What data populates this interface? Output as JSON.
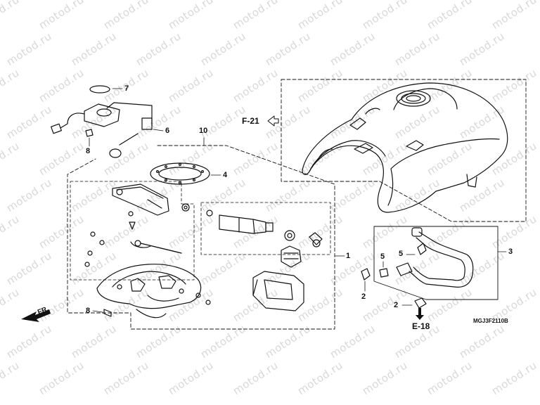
{
  "watermark": "motod.ru",
  "callouts": [
    "7",
    "6",
    "8",
    "10",
    "4",
    "1",
    "3",
    "5",
    "5",
    "2",
    "2",
    "8"
  ],
  "refs": {
    "fuel_tank_ref": "F-21",
    "fuel_line_ref": "E-18"
  },
  "front_label": "FR.",
  "diagram_code": "MGJ3F2110B"
}
